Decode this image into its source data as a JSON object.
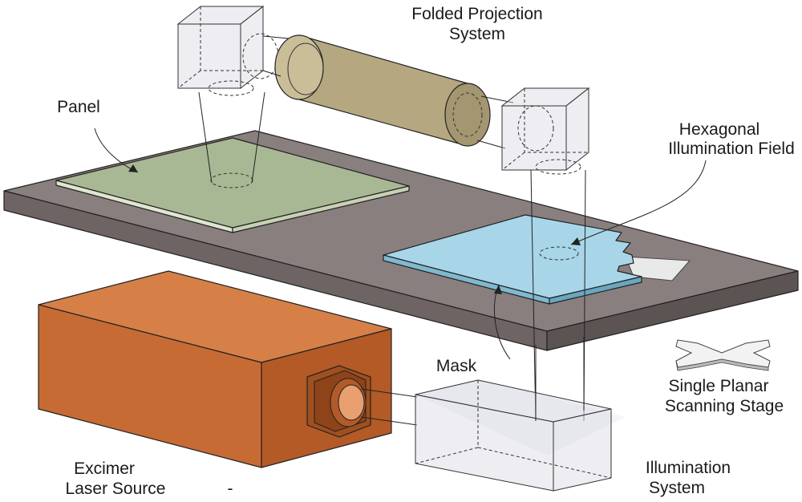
{
  "labels": {
    "folded_projection_line1": "Folded Projection",
    "folded_projection_line2": "System",
    "panel": "Panel",
    "hexagonal_line1": "Hexagonal",
    "hexagonal_line2": "Illumination Field",
    "mask": "Mask",
    "stage_line1": "Single Planar",
    "stage_line2": "Scanning Stage",
    "laser_line1": "Excimer",
    "laser_line2": "Laser Source",
    "stray_mark": "-",
    "illumination_line1": "Illumination",
    "illumination_line2": "System"
  },
  "colors": {
    "stage": "#8a7f7f",
    "panel": "#a9b894",
    "mask": "#a8d6e8",
    "projection_lens": "#b5a880",
    "laser": "#c76b34",
    "laser_lens": "#e8a070",
    "glass": "#d6d8e2"
  }
}
